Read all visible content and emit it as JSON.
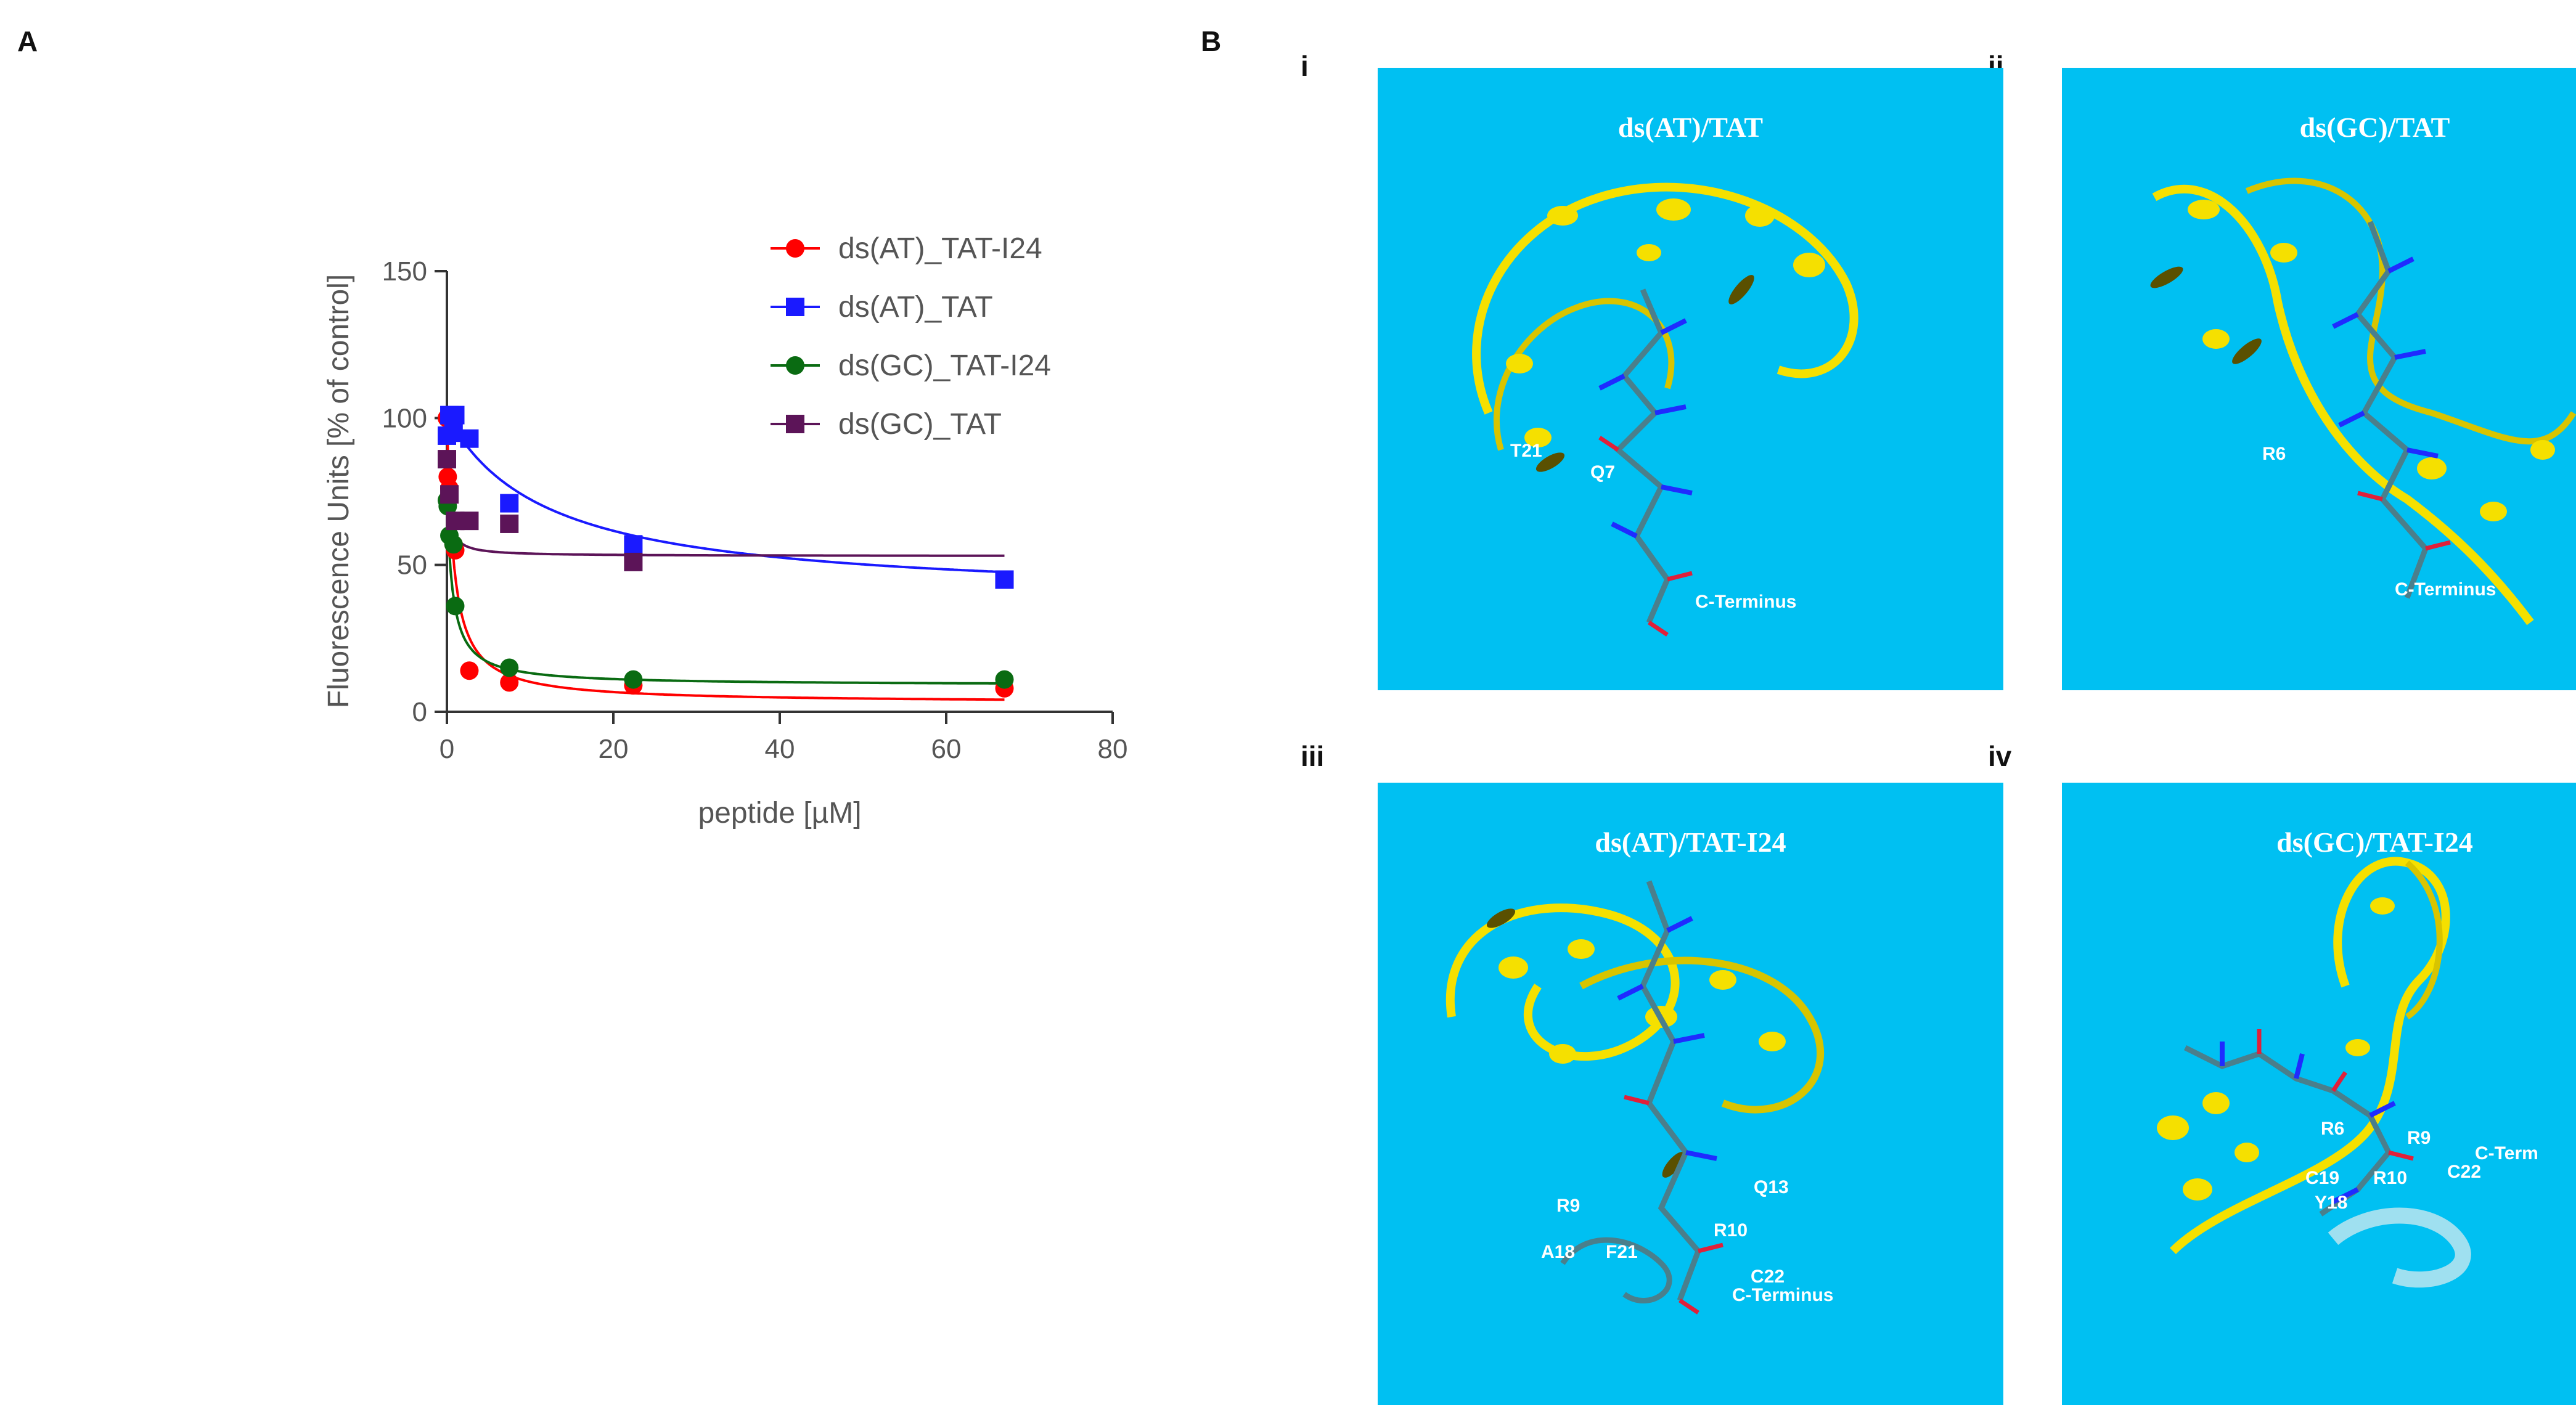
{
  "panels": {
    "a": "A",
    "b": "B"
  },
  "chart_data": {
    "type": "scatter",
    "title": "",
    "xlabel": "peptide [µM]",
    "ylabel": "Fluorescence Units [% of control]",
    "xlim": [
      0,
      80
    ],
    "ylim": [
      0,
      150
    ],
    "xticks": [
      "0",
      "20",
      "40",
      "60",
      "80"
    ],
    "yticks": [
      "0",
      "50",
      "100",
      "150"
    ],
    "grid": false,
    "legend_position": "top-right",
    "series": [
      {
        "name": "ds(AT)_TAT-I24",
        "color": "#ff0000",
        "marker": "circle",
        "x": [
          0,
          0.1,
          0.3,
          0.8,
          1.0,
          2.7,
          7.5,
          22.4,
          67
        ],
        "y": [
          100,
          80,
          76,
          57,
          55,
          14,
          10,
          9,
          8
        ],
        "fit": {
          "top": 100,
          "bottom": 3,
          "ec50": 0.8
        }
      },
      {
        "name": "ds(AT)_TAT",
        "color": "#1a1aff",
        "marker": "square",
        "x": [
          0,
          0.3,
          0.8,
          1.0,
          2.7,
          7.5,
          22.4,
          67
        ],
        "y": [
          94,
          101,
          95,
          101,
          93,
          71,
          57,
          45
        ],
        "fit": {
          "top": 101,
          "bottom": 38,
          "ec50": 12
        }
      },
      {
        "name": "ds(GC)_TAT-I24",
        "color": "#0a6b12",
        "marker": "circle",
        "x": [
          0,
          0.1,
          0.3,
          0.8,
          1.0,
          7.5,
          22.4,
          67
        ],
        "y": [
          72,
          70,
          60,
          57,
          36,
          15,
          11,
          11
        ],
        "fit": {
          "top": 73,
          "bottom": 9,
          "ec50": 0.7
        }
      },
      {
        "name": "ds(GC)_TAT",
        "color": "#5c1458",
        "marker": "square",
        "x": [
          0,
          0.3,
          1.0,
          2.7,
          7.5,
          22.4
        ],
        "y": [
          86,
          74,
          65,
          65,
          64,
          51
        ],
        "fit": {
          "top": 88,
          "bottom": 53,
          "ec50": 0.25
        }
      }
    ]
  },
  "structures": [
    {
      "sub": "i",
      "title": "ds(AT)/TAT",
      "labels": [
        "T21",
        "Q7",
        "C-Terminus"
      ]
    },
    {
      "sub": "ii",
      "title": "ds(GC)/TAT",
      "labels": [
        "R6",
        "C-Terminus"
      ]
    },
    {
      "sub": "iii",
      "title": "ds(AT)/TAT-I24",
      "labels": [
        "R9",
        "Q13",
        "R10",
        "A18",
        "F21",
        "C22",
        "C-Terminus"
      ]
    },
    {
      "sub": "iv",
      "title": "ds(GC)/TAT-I24",
      "labels": [
        "R6",
        "R9",
        "C-Term",
        "C19",
        "R10",
        "C22",
        "Y18"
      ]
    }
  ],
  "colors": {
    "structure_background": "#00c0f2",
    "dna_ribbon": "#f5e000",
    "peptide_stick": "#4a7f8c"
  }
}
